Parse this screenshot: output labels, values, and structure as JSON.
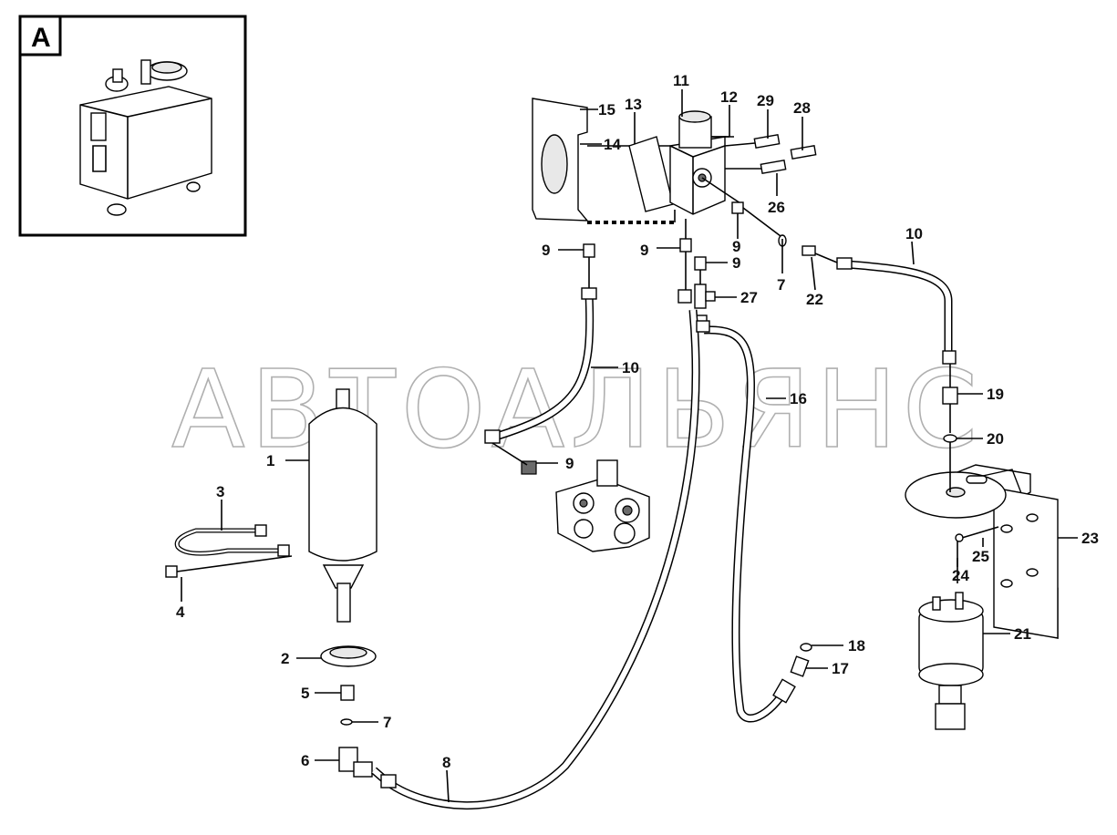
{
  "inset": {
    "letter": "A"
  },
  "watermark": "АВТОАЛЬЯНС",
  "callouts": {
    "c1": "1",
    "c2": "2",
    "c3": "3",
    "c4": "4",
    "c5": "5",
    "c6": "6",
    "c7a": "7",
    "c7b": "7",
    "c8": "8",
    "c9a": "9",
    "c9b": "9",
    "c9c": "9",
    "c9d": "9",
    "c9e": "9",
    "c10a": "10",
    "c10b": "10",
    "c11": "11",
    "c12": "12",
    "c13": "13",
    "c14": "14",
    "c15": "15",
    "c16": "16",
    "c17": "17",
    "c18": "18",
    "c19": "19",
    "c20": "20",
    "c21": "21",
    "c22": "22",
    "c23": "23",
    "c24": "24",
    "c25": "25",
    "c26": "26",
    "c27": "27",
    "c28": "28",
    "c29": "29"
  }
}
